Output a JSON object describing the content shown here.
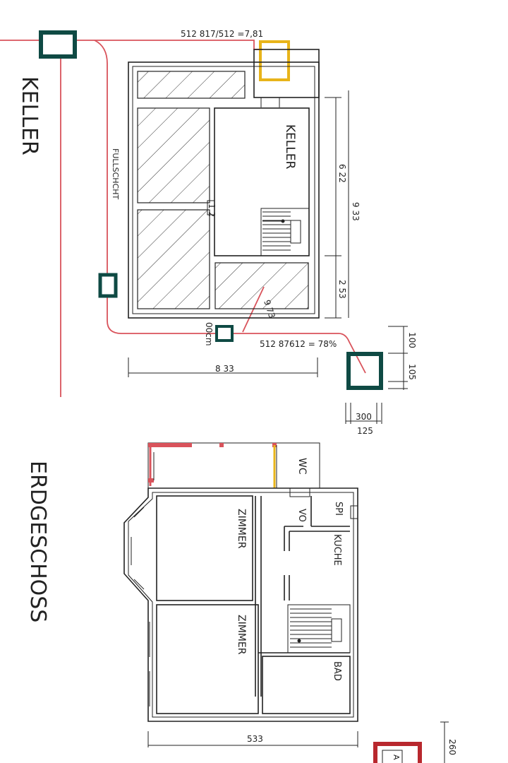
{
  "sections": {
    "keller_title": "KELLER",
    "erdgeschoss_title": "ERDGESCHOSS"
  },
  "keller": {
    "room_label": "KELLER",
    "chute_label": "FULLSCHCHT",
    "slope_top": "512 817/512 =7,81",
    "slope_bottom": "512 87612 = 78%",
    "width_dim": "8 33",
    "depth_dim_a": "6 22",
    "depth_dim_b": "2 53",
    "depth_dim_total": "9 33",
    "pipe_dim": "00cm",
    "diag_dim": "9 73",
    "small_mark": "1 2",
    "box_dim_a": "100",
    "box_dim_b": "105",
    "box_dim_c": "300",
    "box_dim_d": "125"
  },
  "erdgeschoss": {
    "zimmer_1": "ZIMMER",
    "zimmer_2": "ZIMMER",
    "wc": "WC",
    "spi": "SPI",
    "vo": "VO",
    "kuche": "KUCHE",
    "bad": "BAD",
    "width_dim": "533",
    "side_dim": "260",
    "corner_box": "A"
  },
  "colors": {
    "pipe": "#d9535b",
    "inspection_box": "#0f4a44",
    "highlight_box": "#e8b41a",
    "hatch": "#333333",
    "corner_box": "#b8282e"
  }
}
